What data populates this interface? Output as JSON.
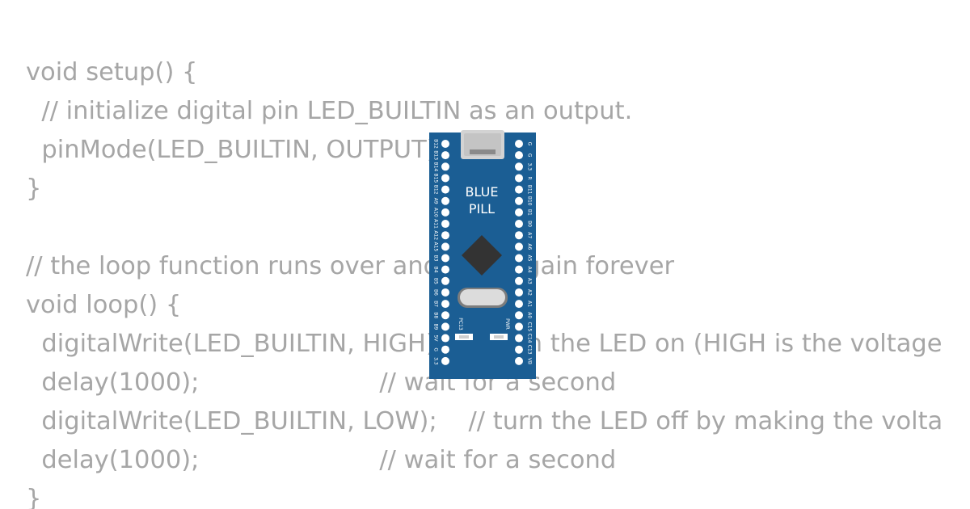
{
  "code": {
    "lines": [
      "void setup() {",
      "  // initialize digital pin LED_BUILTIN as an output.",
      "  pinMode(LED_BUILTIN, OUTPUT);",
      "}",
      "",
      "// the loop function runs over and over again forever",
      "void loop() {",
      "  digitalWrite(LED_BUILTIN, HIGH);   // turn the LED on (HIGH is the voltage level)",
      "  delay(1000);                       // wait for a second",
      "  digitalWrite(LED_BUILTIN, LOW);    // turn the LED off by making the voltage LOW",
      "  delay(1000);                       // wait for a second",
      "}"
    ]
  },
  "board": {
    "name_line1": "BLUE",
    "name_line2": "PILL",
    "led_label_left": "PC13",
    "led_label_right": "PWR",
    "left_pins": [
      "B12",
      "B13",
      "B14",
      "B15",
      "B12",
      "A9",
      "A10",
      "A11",
      "A12",
      "A15",
      "B3",
      "B4",
      "B5",
      "B6",
      "B7",
      "B8",
      "B9",
      "5V",
      "G",
      "3.3"
    ],
    "right_pins": [
      "G",
      "G",
      "3.3",
      "R",
      "B11",
      "B10",
      "B1",
      "B0",
      "A7",
      "A6",
      "A5",
      "A4",
      "A3",
      "A2",
      "A1",
      "A0",
      "C15",
      "C14",
      "C13",
      "VB"
    ],
    "colors": {
      "pcb": "#1b5e94",
      "pin": "#ffffff",
      "chip": "#333333",
      "usb": "#d0d0d0"
    }
  }
}
